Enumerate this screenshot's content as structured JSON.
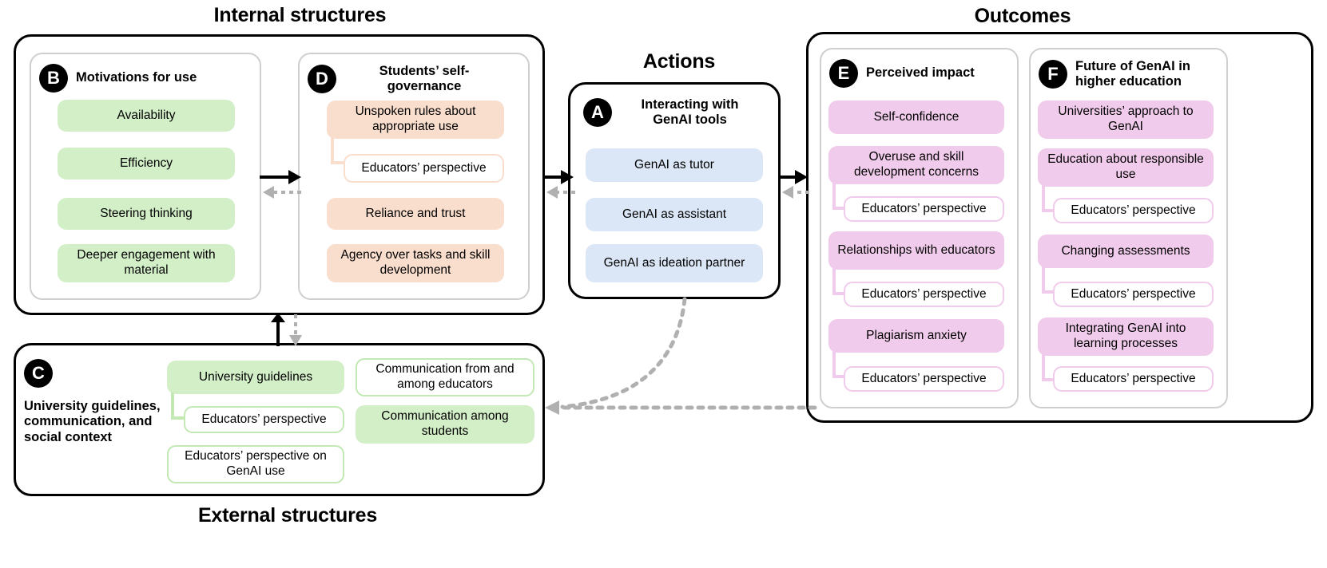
{
  "diagram": {
    "section_titles": {
      "internal": "Internal structures",
      "actions": "Actions",
      "outcomes": "Outcomes",
      "external": "External structures"
    },
    "colors": {
      "green": "#d3efc8",
      "peach": "#fadecd",
      "blue": "#dbe7f6",
      "pink": "#f1cbeb",
      "outline": "#000000",
      "panel_border": "#cfcfcf",
      "dotted_arrow": "#b0b0b0"
    },
    "panels": {
      "B": {
        "letter": "B",
        "title": "Motivations for use",
        "items": [
          {
            "label": "Availability",
            "style": "green"
          },
          {
            "label": "Efficiency",
            "style": "green"
          },
          {
            "label": "Steering thinking",
            "style": "green"
          },
          {
            "label": "Deeper engagement with material",
            "style": "green"
          }
        ]
      },
      "D": {
        "letter": "D",
        "title": "Students’ self-governance",
        "items": [
          {
            "label": "Unspoken rules about appropriate use",
            "style": "peach",
            "sub": {
              "label": "Educators’ perspective",
              "style": "out-peach"
            }
          },
          {
            "label": "Reliance and trust",
            "style": "peach"
          },
          {
            "label": "Agency over tasks and skill development",
            "style": "peach"
          }
        ]
      },
      "A": {
        "letter": "A",
        "title": "Interacting with GenAI tools",
        "items": [
          {
            "label": "GenAI as tutor",
            "style": "blue"
          },
          {
            "label": "GenAI as assistant",
            "style": "blue"
          },
          {
            "label": "GenAI as ideation partner",
            "style": "blue"
          }
        ]
      },
      "E": {
        "letter": "E",
        "title": "Perceived impact",
        "items": [
          {
            "label": "Self-confidence",
            "style": "pink"
          },
          {
            "label": "Overuse and skill development concerns",
            "style": "pink",
            "sub": {
              "label": "Educators’ perspective",
              "style": "out-pink"
            }
          },
          {
            "label": "Relationships with educators",
            "style": "pink",
            "sub": {
              "label": "Educators’ perspective",
              "style": "out-pink"
            }
          },
          {
            "label": "Plagiarism anxiety",
            "style": "pink",
            "sub": {
              "label": "Educators’ perspective",
              "style": "out-pink"
            }
          }
        ]
      },
      "F": {
        "letter": "F",
        "title": "Future of GenAI in higher education",
        "items": [
          {
            "label": "Universities’ approach to GenAI",
            "style": "pink"
          },
          {
            "label": "Education about responsible use",
            "style": "pink",
            "sub": {
              "label": "Educators’ perspective",
              "style": "out-pink"
            }
          },
          {
            "label": "Changing assessments",
            "style": "pink",
            "sub": {
              "label": "Educators’ perspective",
              "style": "out-pink"
            }
          },
          {
            "label": "Integrating GenAI into learning processes",
            "style": "pink",
            "sub": {
              "label": "Educators’ perspective",
              "style": "out-pink"
            }
          }
        ]
      },
      "C": {
        "letter": "C",
        "title": "University guidelines, communication, and social context",
        "items": [
          {
            "label": "University guidelines",
            "style": "green",
            "sub": {
              "label": "Educators’ perspective",
              "style": "out-green"
            }
          },
          {
            "label": "Educators’ perspective on GenAI use",
            "style": "out-green"
          },
          {
            "label": "Communication from and among educators",
            "style": "out-green"
          },
          {
            "label": "Communication among students",
            "style": "green"
          }
        ]
      }
    }
  }
}
